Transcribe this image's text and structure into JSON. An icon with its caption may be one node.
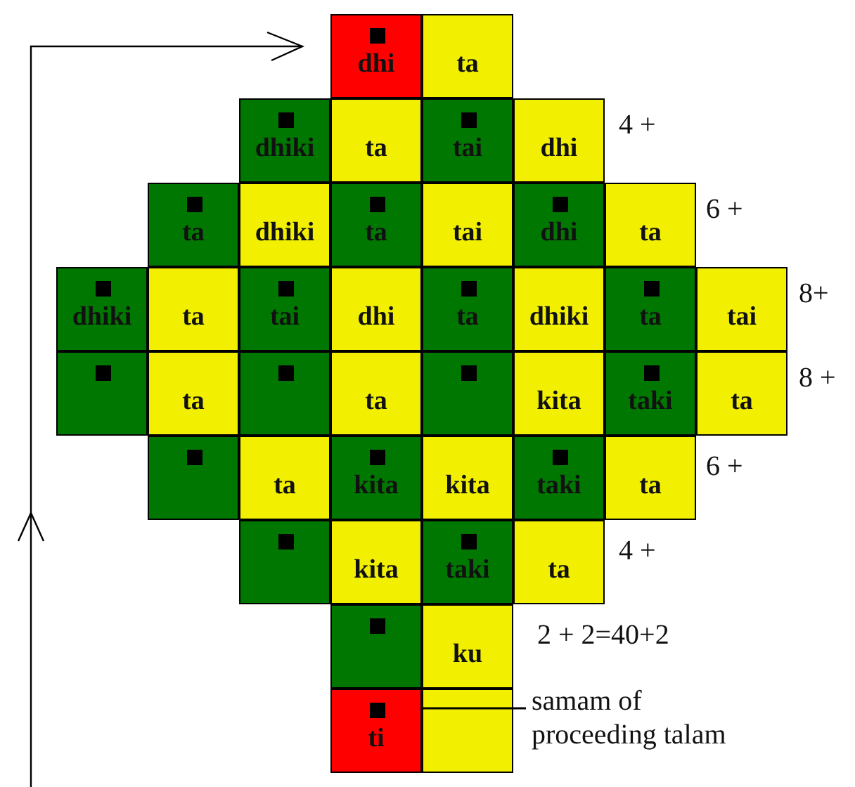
{
  "diagram": {
    "nodes": [
      {
        "text": [
          "dhi"
        ]
      },
      {
        "text": [
          "ta"
        ]
      },
      {
        "text": [
          "dhiki"
        ]
      },
      {
        "text": [
          "ta"
        ]
      },
      {
        "text": [
          "tai"
        ]
      },
      {
        "text": [
          "dhi"
        ]
      },
      {
        "text": [
          "ta"
        ]
      },
      {
        "text": [
          "dhiki"
        ]
      },
      {
        "text": [
          "ta"
        ]
      },
      {
        "text": [
          "tai"
        ]
      },
      {
        "text": [
          "dhi"
        ]
      },
      {
        "text": [
          "ta"
        ]
      },
      {
        "text": [
          "dhiki"
        ]
      },
      {
        "text": [
          "ta"
        ]
      },
      {
        "text": [
          "tai"
        ]
      },
      {
        "text": [
          "dhi"
        ]
      },
      {
        "text": [
          "ta"
        ]
      },
      {
        "text": [
          "dhiki"
        ]
      },
      {
        "text": [
          "ta"
        ]
      },
      {
        "text": [
          "tai"
        ]
      },
      {
        "text": [],
        "shape": "box"
      },
      {
        "text": [
          "ta"
        ]
      },
      {
        "text": [],
        "shape": "box"
      },
      {
        "text": [
          "ta"
        ]
      },
      {
        "text": [],
        "shape": "box"
      },
      {
        "text": [
          "kita"
        ]
      },
      {
        "text": [
          "taki"
        ]
      },
      {
        "text": [
          "ta"
        ]
      },
      {
        "text": [],
        "shape": "box"
      },
      {
        "text": [
          "ta"
        ]
      },
      {
        "text": [
          "kita"
        ]
      },
      {
        "text": [
          "kita"
        ]
      },
      {
        "text": [
          "taki"
        ]
      },
      {
        "text": [
          "ta"
        ]
      },
      {
        "text": [],
        "shape": "box"
      },
      {
        "text": [
          "kita"
        ]
      },
      {
        "text": [
          "taki"
        ]
      },
      {
        "text": [
          "ta"
        ]
      },
      {
        "text": [],
        "shape": "box"
      },
      {
        "text": [
          "ku"
        ]
      },
      {
        "text": [
          "ti"
        ]
      },
      {
        "text": [],
        "shape": "box"
      },
      {
        "text": [
          "samam of proceeding talam"
        ]
      }
    ],
    "edges": [
      {
        "from": 42,
        "to": 40,
        "arrow": "none"
      }
    ],
    "labels": [
      "4 +",
      "6 +",
      "8+",
      "8 +",
      "6 +",
      "4 +",
      "2 + 2=40+2"
    ]
  }
}
